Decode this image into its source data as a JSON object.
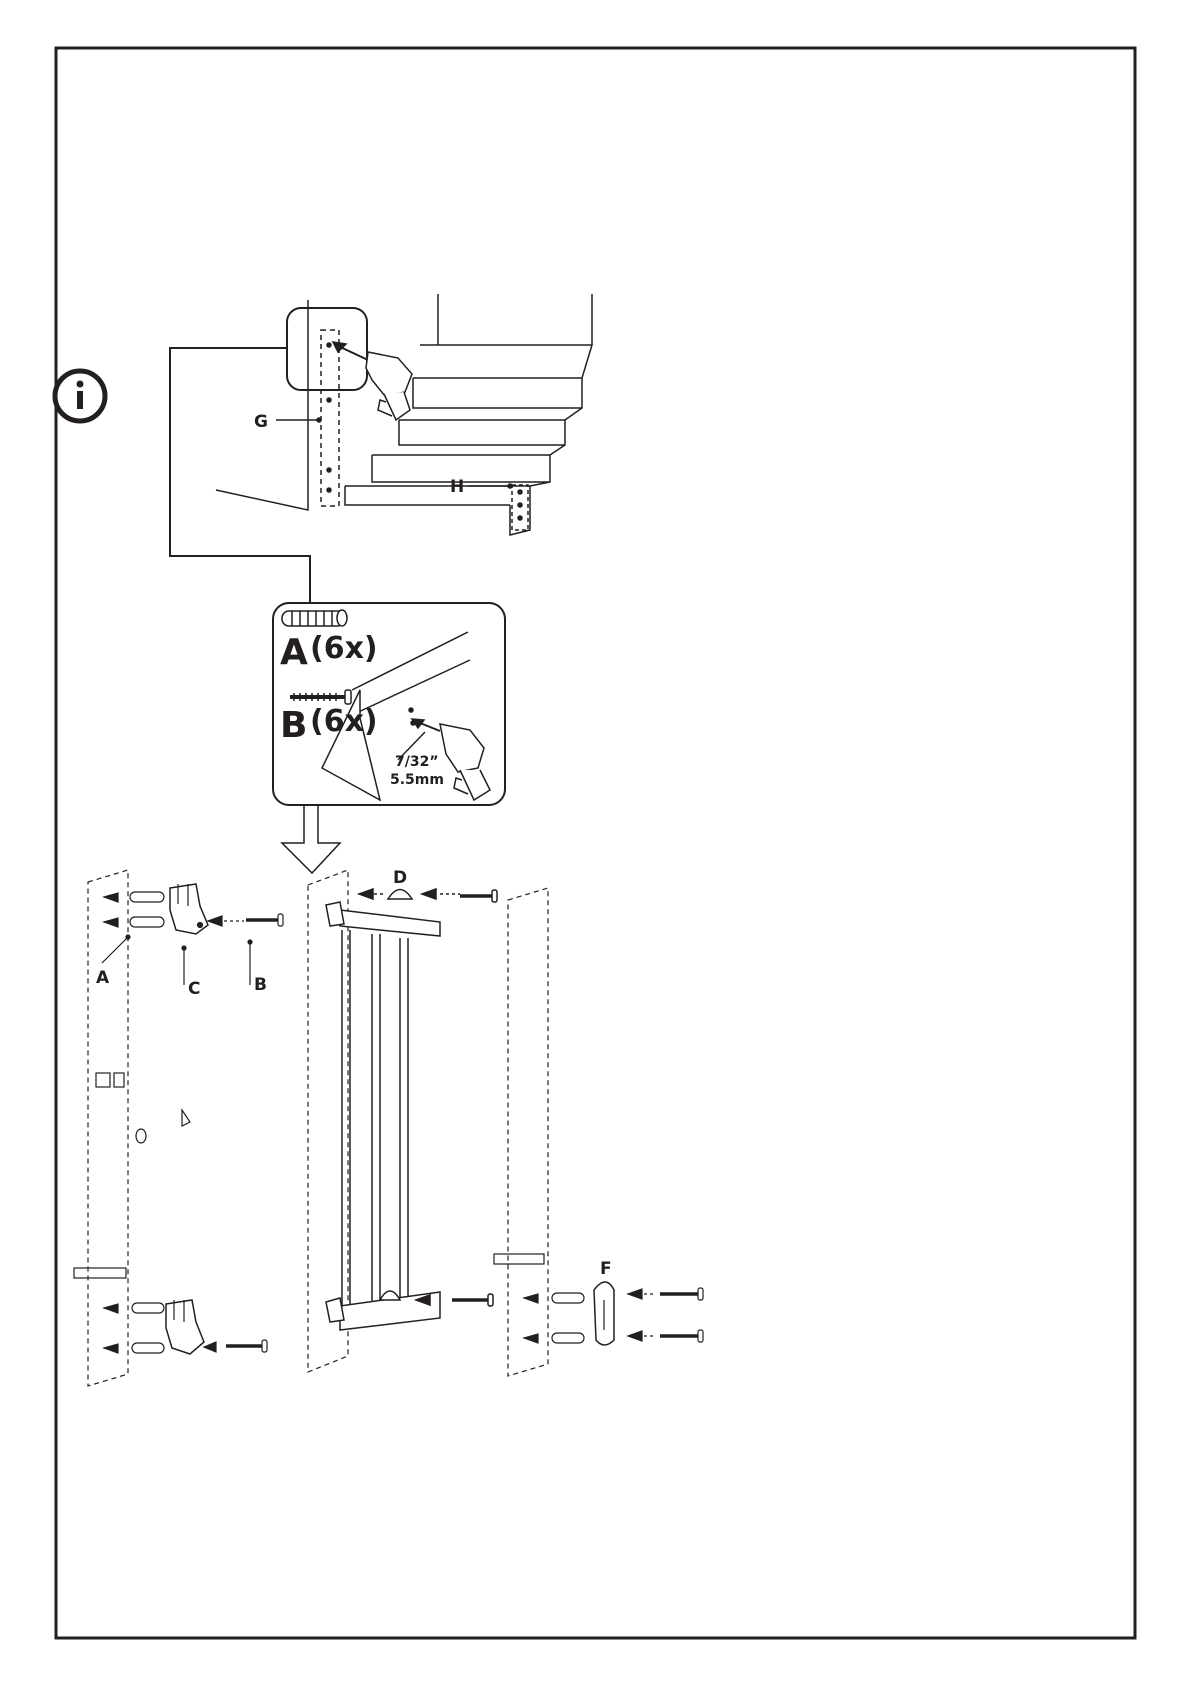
{
  "info_icon": {
    "name": "info-icon",
    "glyph": "i"
  },
  "stair_scene": {
    "labels": {
      "g": "G",
      "h": "H"
    }
  },
  "hardware_panel": {
    "anchor": {
      "letter": "A",
      "qty": "(6x)"
    },
    "screw": {
      "letter": "B",
      "qty": "(6x)"
    },
    "drill_bit": {
      "inch": "7/32”",
      "mm": "5.5mm"
    }
  },
  "assembly": {
    "labels": {
      "a": "A",
      "b": "B",
      "c": "C",
      "d": "D",
      "f": "F"
    }
  },
  "colors": {
    "ink": "#231f20",
    "paper": "#ffffff"
  }
}
